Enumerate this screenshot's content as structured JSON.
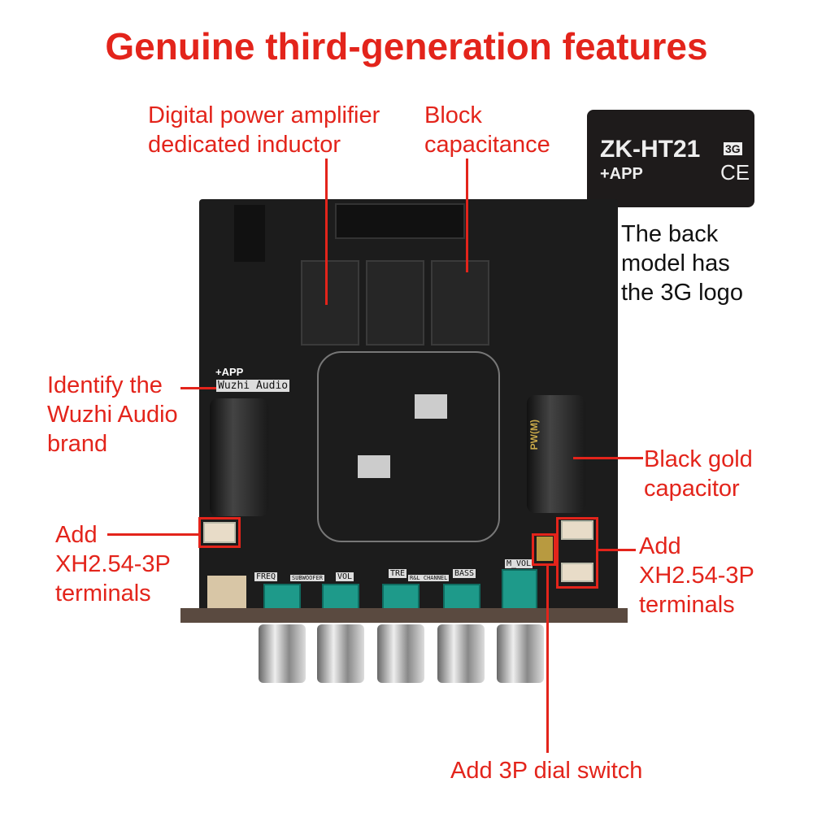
{
  "title": "Genuine third-generation features",
  "callouts": {
    "inductor": [
      "Digital power amplifier",
      "dedicated inductor"
    ],
    "capacitance": [
      "Block",
      "capacitance"
    ],
    "brand": [
      "Identify the",
      "Wuzhi Audio",
      "brand"
    ],
    "black_gold": [
      "Black gold",
      "capacitor"
    ],
    "terminals_left": [
      "Add",
      "XH2.54-3P",
      "terminals"
    ],
    "terminals_right": [
      "Add",
      "XH2.54-3P",
      "terminals"
    ],
    "dial_switch": "Add 3P dial switch"
  },
  "back_model": {
    "model": "ZK-HT21",
    "app": "+APP",
    "badge": "3G",
    "ce": "CE",
    "caption": [
      "The back",
      "model has",
      "the 3G logo"
    ]
  },
  "board": {
    "brand_silk": "Wuzhi Audio",
    "app_silk": "+APP",
    "pot_labels": [
      "FREQ",
      "SUBWOOFER",
      "VOL",
      "TRE",
      "R&L CHANNEL",
      "BASS",
      "M_VOL"
    ],
    "cap_print": "PW(M)"
  },
  "colors": {
    "accent": "#e3241b",
    "pcb": "#1c1c1c",
    "pot": "#1e9a8a"
  }
}
